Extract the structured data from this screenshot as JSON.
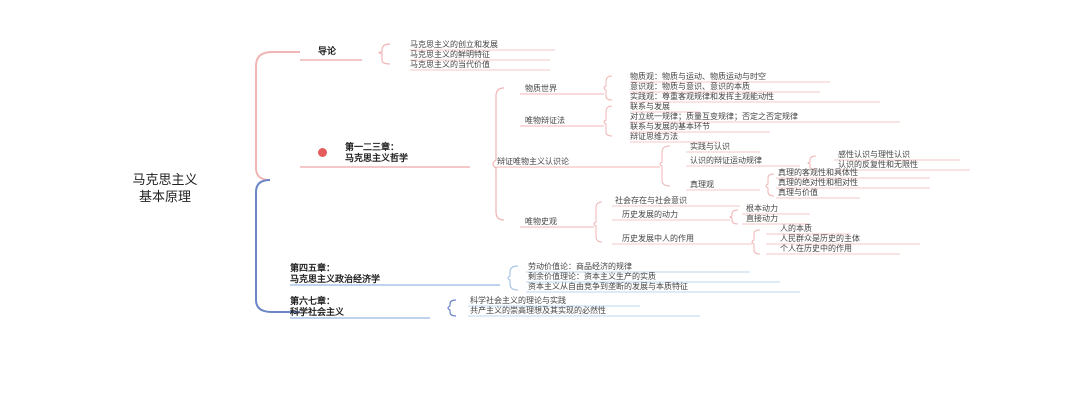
{
  "root": {
    "line1": "马克思主义",
    "line2": "基本原理"
  },
  "colors": {
    "red": "#f0b5b5",
    "blue": "#6b86c6",
    "lightblue": "#a9c6e8",
    "gray": "#cfcfcf",
    "badge": "#e45c5c"
  },
  "branches": {
    "intro": {
      "label": "导论",
      "items": [
        "马克思主义的创立和发展",
        "马克思主义的鲜明特征",
        "马克思主义的当代价值"
      ]
    },
    "philosophy": {
      "label_line1": "第一二三章：",
      "label_line2": "马克思主义哲学",
      "materialism": {
        "label": "物质世界",
        "items": [
          "物质观：物质与运动、物质运动与时空",
          "意识观：物质与意识、意识的本质",
          "实践观：尊重客观规律和发挥主观能动性"
        ]
      },
      "dialectics": {
        "label": "唯物辩证法",
        "items": [
          "联系与发展",
          "对立统一规律；质量互变规律；否定之否定规律",
          "联系与发展的基本环节",
          "辩证思维方法"
        ]
      },
      "epistemology": {
        "label": "辩证唯物主义认识论",
        "practice": "实践与认识",
        "process": "认识的辩证运动规律",
        "process_items": [
          "感性认识与理性认识",
          "认识的反复性和无限性"
        ],
        "truth": "真理观",
        "truth_items": [
          "真理的客观性和具体性",
          "真理的绝对性和相对性",
          "真理与价值"
        ]
      },
      "historical": {
        "label": "唯物史观",
        "social": "社会存在与社会意识",
        "motive": "历史发展的动力",
        "motive_items": [
          "根本动力",
          "直接动力"
        ],
        "masses": "历史发展中人的作用",
        "masses_items": [
          "人的本质",
          "人民群众是历史的主体",
          "个人在历史中的作用"
        ]
      }
    },
    "economics": {
      "label_line1": "第四五章：",
      "label_line2": "马克思主义政治经济学",
      "items": [
        "劳动价值论：商品经济的规律",
        "剩余价值理论：资本主义生产的实质",
        "资本主义从自由竞争到垄断的发展与本质特征"
      ]
    },
    "socialism": {
      "label_line1": "第六七章：",
      "label_line2": "科学社会主义",
      "items": [
        "科学社会主义的理论与实践",
        "共产主义的崇高理想及其实现的必然性"
      ]
    }
  }
}
